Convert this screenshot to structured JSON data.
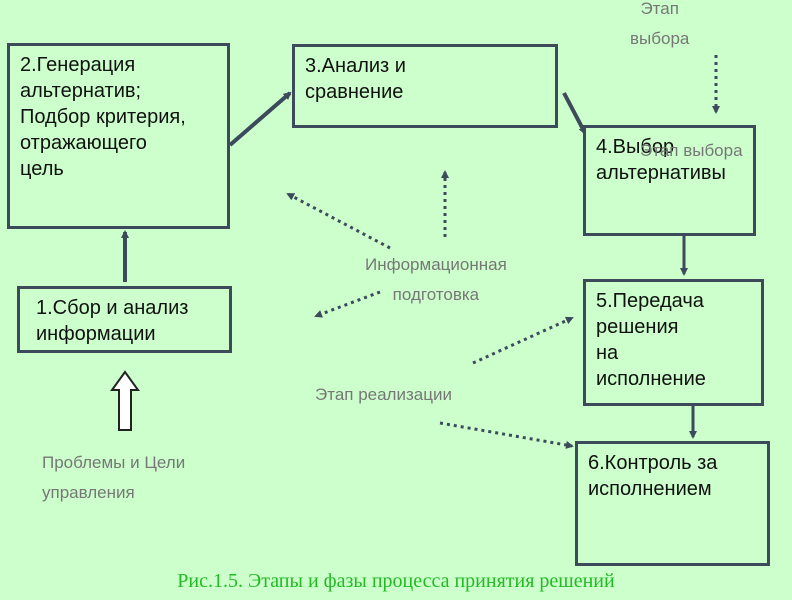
{
  "boxes": {
    "b1": "1.Сбор и анализ\n информации",
    "b2": "2.Генерация\nальтернатив;\nПодбор критерия,\nотражающего\nцель",
    "b3": "3.Анализ и\nсравнение",
    "b4": "4.Выбор\nальтернативы",
    "b5": "5.Передача\nрешения\nна\nисполнение",
    "b6": "6.Контроль за\nисполнением"
  },
  "labels": {
    "stage_choice": "Этап\nвыбора",
    "stage_choice_overlap": "Этап выбора",
    "info_prep": "Информационная\nподготовка",
    "stage_impl": "Этап реализации",
    "problems": "Проблемы и Цели\nуправления"
  },
  "caption": "Рис.1.5. Этапы и фазы процесса принятия решений",
  "colors": {
    "background": "#ccffcc",
    "box_border": "#3d4a5c",
    "label_text": "#777777",
    "caption": "#22bb22"
  }
}
